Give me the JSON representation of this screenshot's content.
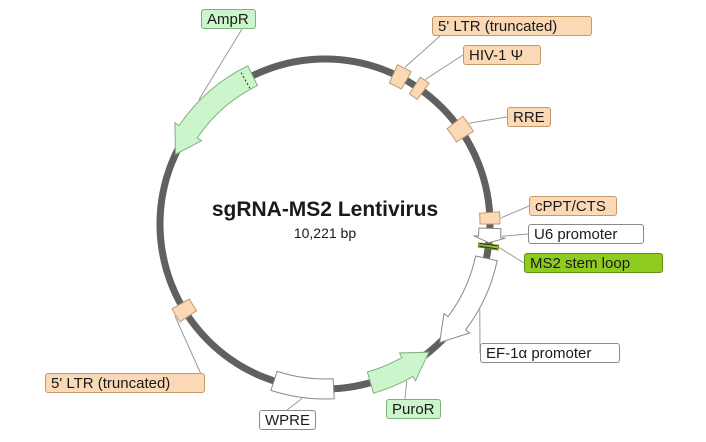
{
  "plasmid": {
    "name": "sgRNA-MS2 Lentivirus",
    "length": "10,221 bp"
  },
  "colors": {
    "backbone": "#606060",
    "ltr_fill": "#fbd9b6",
    "ltr_stroke": "#c49a6c",
    "marker_fill": "#ccf5cc",
    "marker_stroke": "#7fb07f",
    "promoter_fill": "#ffffff",
    "promoter_stroke": "#8a8a8a",
    "ms2_fill": "#8fcc1e",
    "ms2_stroke": "#5e8f10"
  },
  "features": [
    {
      "id": "ampr",
      "label": "AmpR",
      "kind": "marker"
    },
    {
      "id": "ltr5-top",
      "label": "5' LTR (truncated)",
      "kind": "ltr"
    },
    {
      "id": "hiv1-psi",
      "label": "HIV-1 Ψ",
      "kind": "ltr"
    },
    {
      "id": "rre",
      "label": "RRE",
      "kind": "ltr"
    },
    {
      "id": "cppt-cts",
      "label": "cPPT/CTS",
      "kind": "ltr"
    },
    {
      "id": "u6-promoter",
      "label": "U6 promoter",
      "kind": "promoter"
    },
    {
      "id": "ms2-stem-loop",
      "label": "MS2 stem loop",
      "kind": "ms2"
    },
    {
      "id": "ef1a-promoter",
      "label": "EF-1α promoter",
      "kind": "promoter"
    },
    {
      "id": "puror",
      "label": "PuroR",
      "kind": "marker"
    },
    {
      "id": "wpre",
      "label": "WPRE",
      "kind": "promoter"
    },
    {
      "id": "ltr5-bottom",
      "label": "5' LTR (truncated)",
      "kind": "ltr"
    }
  ]
}
